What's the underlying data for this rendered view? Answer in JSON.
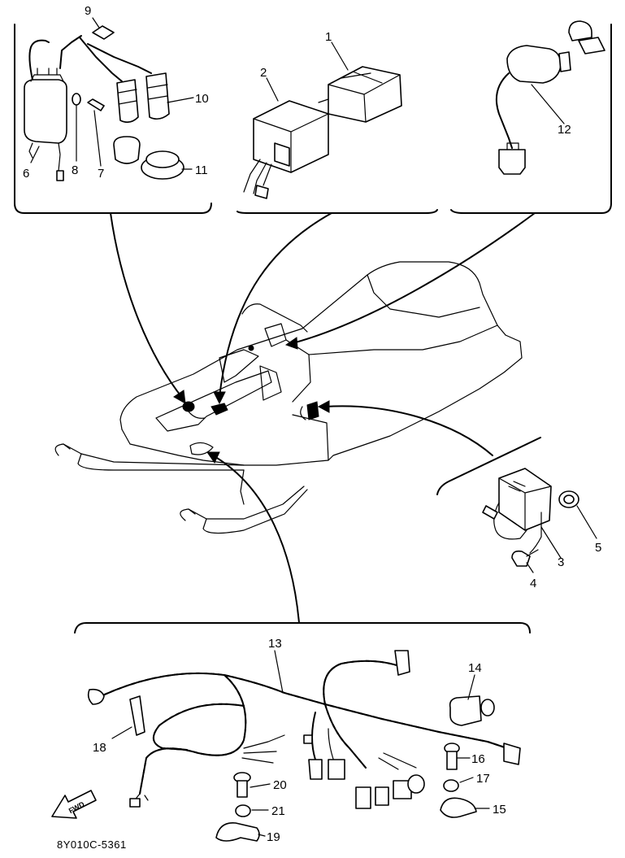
{
  "diagram": {
    "figure_code": "8Y010C-5361",
    "fwd_label": "FWD",
    "callouts": [
      {
        "id": "c1",
        "label": "1"
      },
      {
        "id": "c2",
        "label": "2"
      },
      {
        "id": "c3",
        "label": "3"
      },
      {
        "id": "c4",
        "label": "4"
      },
      {
        "id": "c5",
        "label": "5"
      },
      {
        "id": "c6",
        "label": "6"
      },
      {
        "id": "c7",
        "label": "7"
      },
      {
        "id": "c8",
        "label": "8"
      },
      {
        "id": "c9",
        "label": "9"
      },
      {
        "id": "c10",
        "label": "10"
      },
      {
        "id": "c11",
        "label": "11"
      },
      {
        "id": "c12",
        "label": "12"
      },
      {
        "id": "c13",
        "label": "13"
      },
      {
        "id": "c14",
        "label": "14"
      },
      {
        "id": "c15",
        "label": "15"
      },
      {
        "id": "c16",
        "label": "16"
      },
      {
        "id": "c17",
        "label": "17"
      },
      {
        "id": "c18",
        "label": "18"
      },
      {
        "id": "c19",
        "label": "19"
      },
      {
        "id": "c20",
        "label": "20"
      },
      {
        "id": "c21",
        "label": "21"
      }
    ]
  }
}
